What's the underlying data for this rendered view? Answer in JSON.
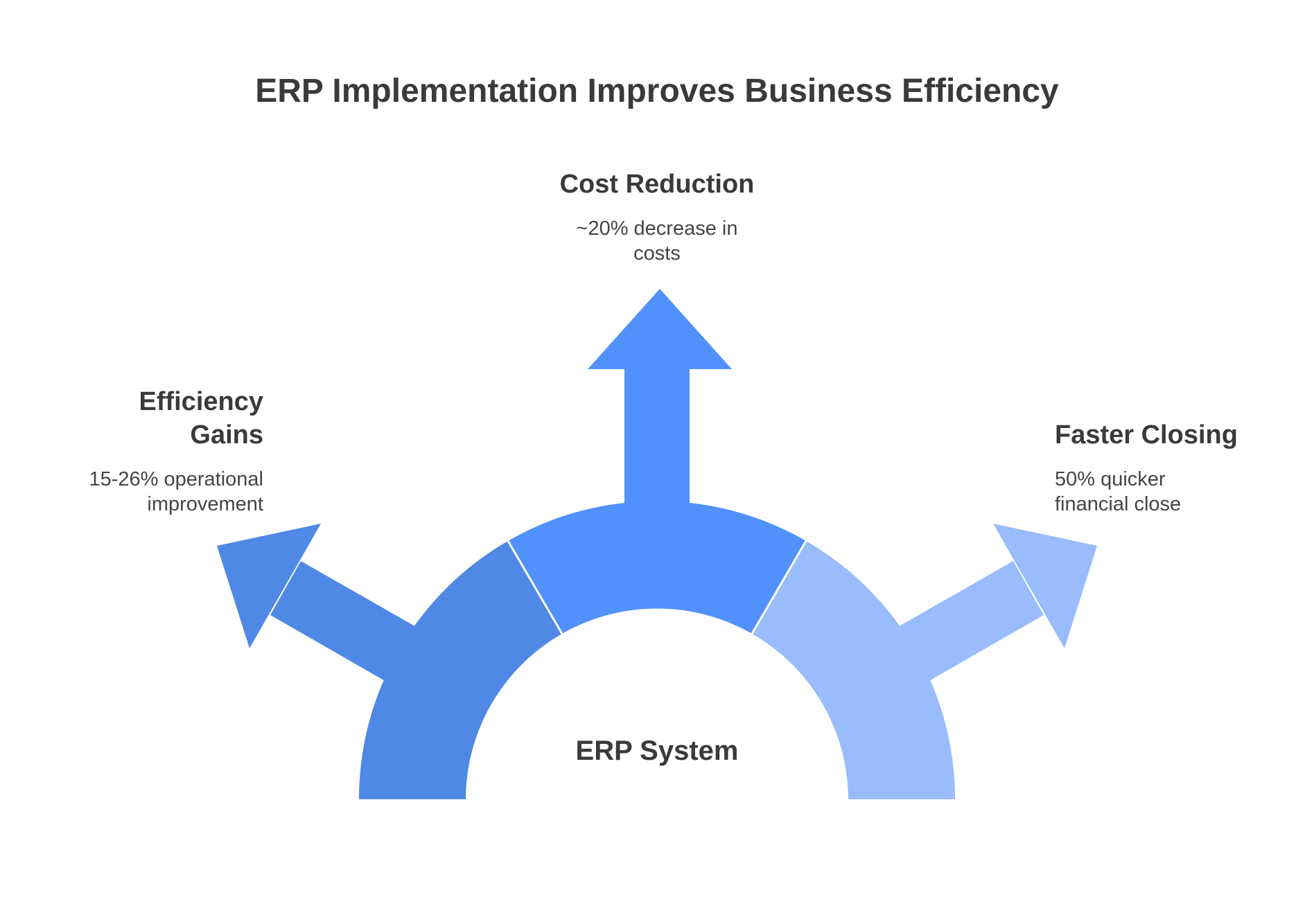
{
  "title": "ERP Implementation Improves Business Efficiency",
  "hub": {
    "label": "ERP System"
  },
  "branches": [
    {
      "id": "efficiency",
      "title_line1": "Efficiency",
      "title_line2": "Gains",
      "description_line1": "15-26% operational",
      "description_line2": "improvement",
      "color": "#5088e6"
    },
    {
      "id": "cost",
      "title_line1": "Cost Reduction",
      "title_line2": "",
      "description_line1": "~20% decrease in",
      "description_line2": "costs",
      "color": "#5191fb"
    },
    {
      "id": "closing",
      "title_line1": "Faster Closing",
      "title_line2": "",
      "description_line1": "50% quicker",
      "description_line2": "financial close",
      "color": "#98bcfc"
    }
  ]
}
